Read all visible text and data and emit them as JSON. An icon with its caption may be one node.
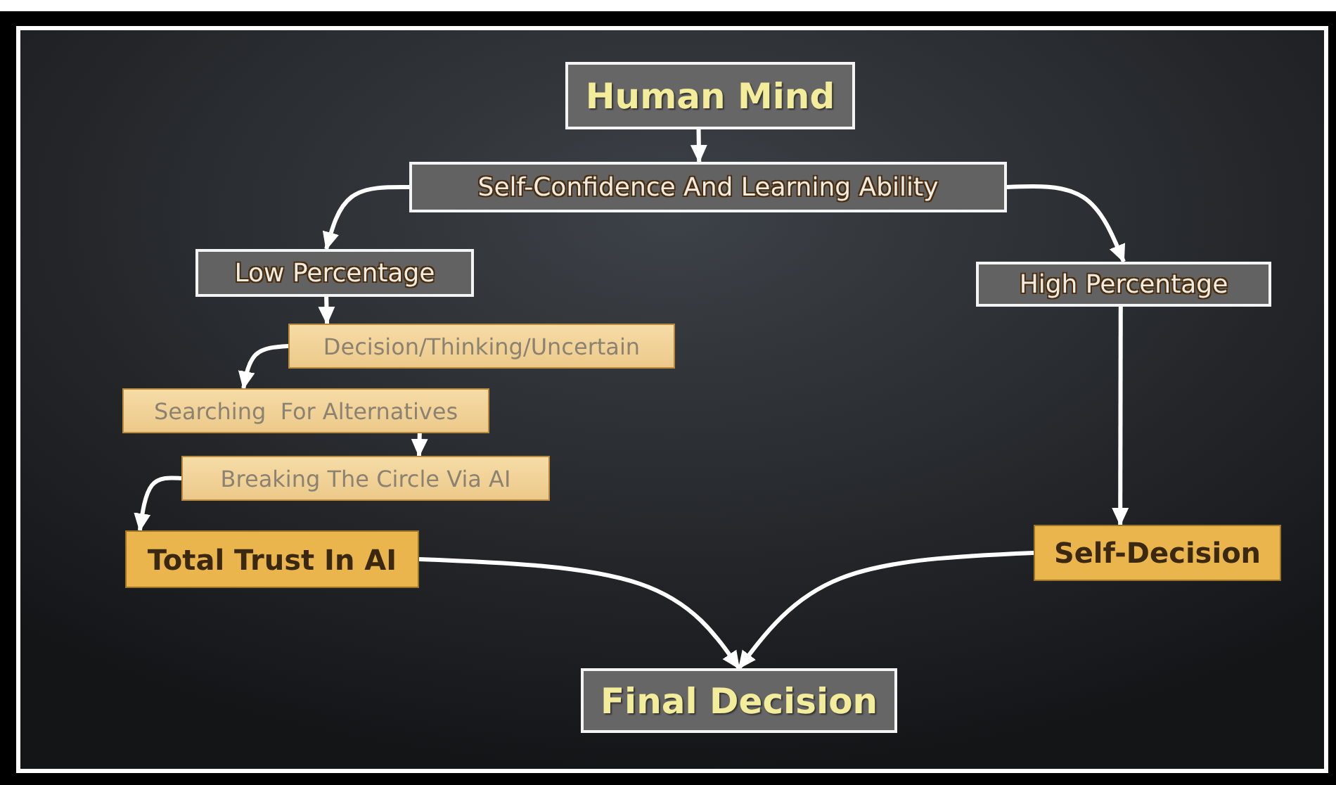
{
  "diagram": {
    "nodes": [
      {
        "text": [
          "Human Mind"
        ]
      },
      {
        "text": [
          "Self-Confidence And Learning Ability"
        ]
      },
      {
        "text": [
          "Low Percentage"
        ]
      },
      {
        "text": [
          "High Percentage"
        ]
      },
      {
        "text": [
          "Decision/Thinking/Uncertain"
        ]
      },
      {
        "text": [
          "Searching  For Alternatives"
        ]
      },
      {
        "text": [
          "Breaking The Circle Via AI"
        ]
      },
      {
        "text": [
          "Total Trust In AI"
        ]
      },
      {
        "text": [
          "Self-Decision"
        ]
      },
      {
        "text": [
          "Final Decision"
        ]
      }
    ],
    "edges": [
      {
        "from": 0,
        "to": 1,
        "arrow": "to"
      },
      {
        "from": 1,
        "to": 2,
        "arrow": "to"
      },
      {
        "from": 1,
        "to": 3,
        "arrow": "to"
      },
      {
        "from": 2,
        "to": 4,
        "arrow": "to"
      },
      {
        "from": 4,
        "to": 5,
        "arrow": "to"
      },
      {
        "from": 5,
        "to": 6,
        "arrow": "to"
      },
      {
        "from": 6,
        "to": 7,
        "arrow": "to"
      },
      {
        "from": 3,
        "to": 8,
        "arrow": "to"
      },
      {
        "from": 7,
        "to": 9,
        "arrow": "to"
      },
      {
        "from": 8,
        "to": 9,
        "arrow": "to"
      }
    ]
  }
}
